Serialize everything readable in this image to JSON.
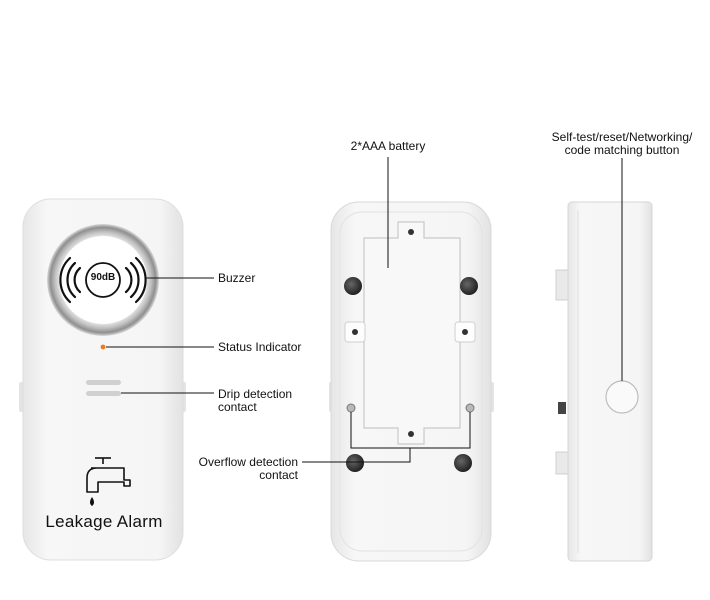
{
  "front": {
    "decibel": "90dB",
    "brand": "Leakage Alarm"
  },
  "callouts": {
    "buzzer": "Buzzer",
    "status_indicator": "Status Indicator",
    "drip_line1": "Drip detection",
    "drip_line2": "contact",
    "overflow_line1": "Overflow detection",
    "overflow_line2": "contact",
    "battery": "2*AAA battery",
    "button_line1": "Self-test/reset/Networking/",
    "button_line2": "code matching button"
  },
  "colors": {
    "led": "#f07a1a",
    "body": "#f2f2f2",
    "outline": "#d8d8d8"
  }
}
